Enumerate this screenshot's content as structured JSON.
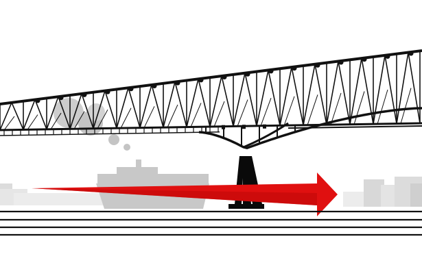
{
  "scene": {
    "colors": {
      "background": "#ffffff",
      "truss": "#111111",
      "pier": "#0a0a0a",
      "ship": "#c8c8c8",
      "smoke": "#c4c4c4",
      "skyline": "#e2e2e2",
      "skyline_dark": "#cfcfcf",
      "arrow": "#e01010",
      "water_lines": "#111111"
    },
    "elements": {
      "bridge": "truss-bridge",
      "pier": "bridge-pier",
      "ship": "cargo-ship",
      "smoke": "smoke-puffs",
      "arrow": "ship-path-arrow",
      "water": "waterline"
    },
    "text": []
  }
}
